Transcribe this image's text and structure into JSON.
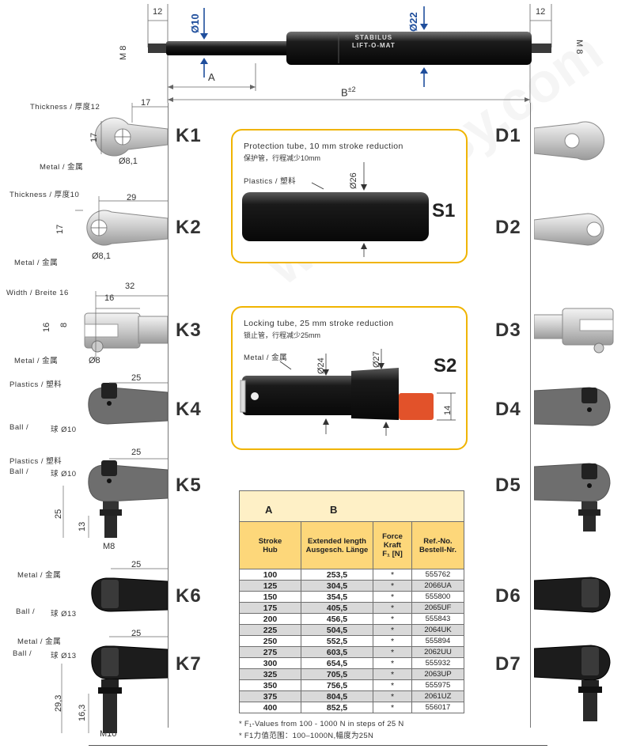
{
  "top": {
    "dim_left": "12",
    "dim_right": "12",
    "m8_left": "M 8",
    "m8_right": "M 8",
    "d10": "Ø10",
    "d22": "Ø22",
    "label_a": "A",
    "label_b": "B",
    "label_b_sup": "±2",
    "brand_line1": "STABILUS",
    "brand_line2": "LIFT-O-MAT"
  },
  "k1": {
    "label": "K1",
    "thickness": "Thickness / 厚度12",
    "metal": "Metal / 金属",
    "dim_width": "17",
    "dim_height": "17",
    "dim_hole": "Ø8,1"
  },
  "k2": {
    "label": "K2",
    "thickness": "Thickness / 厚度10",
    "metal": "Metal / 金属",
    "dim_width": "29",
    "dim_height": "17",
    "dim_hole": "Ø8,1"
  },
  "k3": {
    "label": "K3",
    "width": "Width / Breite 16",
    "metal": "Metal / 金属",
    "dim_32": "32",
    "dim_16h": "16",
    "dim_16v": "16",
    "dim_8": "8",
    "dim_hole": "Ø8"
  },
  "k4": {
    "label": "K4",
    "plastics": "Plastics / 塑料",
    "ball": "Ball /",
    "ball_dia": "球 Ø10",
    "dim_25": "25"
  },
  "k5": {
    "label": "K5",
    "plastics": "Plastics / 塑料",
    "ball": "Ball /",
    "ball_dia": "球 Ø10",
    "dim_25": "25",
    "dim_25v": "25",
    "dim_13": "13",
    "thread": "M8"
  },
  "k6": {
    "label": "K6",
    "metal": "Metal / 金属",
    "ball": "Ball /",
    "ball_dia": "球 Ø13",
    "dim_25": "25"
  },
  "k7": {
    "label": "K7",
    "metal": "Metal / 金属",
    "ball": "Ball /",
    "ball_dia": "球 Ø13",
    "dim_25": "25",
    "dim_29": "29,3",
    "dim_16": "16,3",
    "thread": "M10"
  },
  "d_labels": [
    "D1",
    "D2",
    "D3",
    "D4",
    "D5",
    "D6",
    "D7"
  ],
  "s1": {
    "label": "S1",
    "title": "Protection tube, 10 mm stroke reduction",
    "subtitle": "保护管，行程减少10mm",
    "material": "Plastics / 塑料",
    "dim": "Ø26"
  },
  "s2": {
    "label": "S2",
    "title": "Locking tube, 25 mm stroke reduction",
    "subtitle": "锁止管，行程减少25mm",
    "material": "Metal / 金属",
    "dim_24": "Ø24",
    "dim_27": "Ø27",
    "dim_14": "14"
  },
  "table": {
    "col_a": "A",
    "col_b": "B",
    "h_stroke": [
      "Stroke",
      "Hub"
    ],
    "h_length": [
      "Extended length",
      "Ausgesch. Länge"
    ],
    "h_force": [
      "Force",
      "Kraft",
      "F₁ [N]"
    ],
    "h_ref": [
      "Ref.-No.",
      "Bestell-Nr."
    ],
    "rows": [
      [
        "100",
        "253,5",
        "*",
        "555762"
      ],
      [
        "125",
        "304,5",
        "*",
        "2066UA"
      ],
      [
        "150",
        "354,5",
        "*",
        "555800"
      ],
      [
        "175",
        "405,5",
        "*",
        "2065UF"
      ],
      [
        "200",
        "456,5",
        "*",
        "555843"
      ],
      [
        "225",
        "504,5",
        "*",
        "2064UK"
      ],
      [
        "250",
        "552,5",
        "*",
        "555894"
      ],
      [
        "275",
        "603,5",
        "*",
        "2062UU"
      ],
      [
        "300",
        "654,5",
        "*",
        "555932"
      ],
      [
        "325",
        "705,5",
        "*",
        "2063UP"
      ],
      [
        "350",
        "756,5",
        "*",
        "555975"
      ],
      [
        "375",
        "804,5",
        "*",
        "2061UZ"
      ],
      [
        "400",
        "852,5",
        "*",
        "556017"
      ]
    ],
    "footnote1": "* F₁-Values from 100 - 1000 N in steps of 25 N",
    "footnote2": "* F1力值范围：100–1000N,幅度为25N"
  },
  "watermark": "www.ehsy.com",
  "colors": {
    "accent_yellow": "#f0b400",
    "header_yellow": "#fdd77a",
    "header_light": "#fef0c6",
    "row_grey": "#d9d9d9",
    "dim_blue": "#1f4e9c",
    "stopper_orange": "#e2522a"
  }
}
